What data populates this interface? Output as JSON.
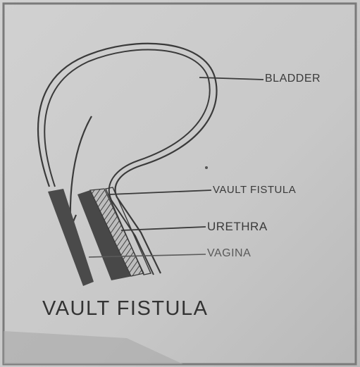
{
  "figure": {
    "labels": {
      "bladder": "BLADDER",
      "vault_fistula": "VAULT FISTULA",
      "urethra": "URETHRA",
      "vagina": "VAGINA"
    },
    "caption": "VAULT FISTULA",
    "colors": {
      "paper": "#c7c7c7",
      "ink": "#3a3a3a",
      "dark_band": "#4a4a4a"
    }
  }
}
